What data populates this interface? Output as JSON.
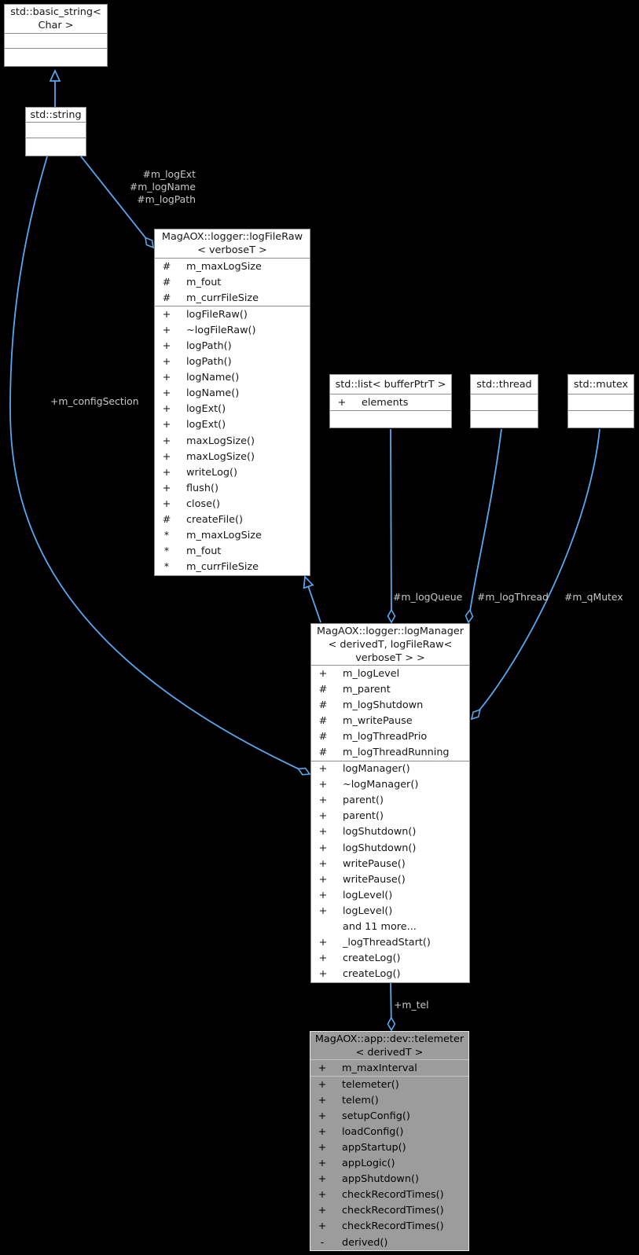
{
  "diagram": {
    "background": "#000000",
    "edge_color": "#59a7ef",
    "label_color": "#c9c9c9",
    "current_node_fill": "#9c9c9c",
    "node_fill": "#ffffff"
  },
  "classes": {
    "basic_string": {
      "title": "std::basic_string<\nChar >",
      "attrs": [],
      "methods": []
    },
    "string": {
      "title": "std::string",
      "attrs": [],
      "methods": []
    },
    "log_file_raw": {
      "title": "MagAOX::logger::logFileRaw\n< verboseT >",
      "attrs": [
        {
          "v": "#",
          "n": "m_maxLogSize"
        },
        {
          "v": "#",
          "n": "m_fout"
        },
        {
          "v": "#",
          "n": "m_currFileSize"
        }
      ],
      "methods": [
        {
          "v": "+",
          "n": "logFileRaw()"
        },
        {
          "v": "+",
          "n": "~logFileRaw()"
        },
        {
          "v": "+",
          "n": "logPath()"
        },
        {
          "v": "+",
          "n": "logPath()"
        },
        {
          "v": "+",
          "n": "logName()"
        },
        {
          "v": "+",
          "n": "logName()"
        },
        {
          "v": "+",
          "n": "logExt()"
        },
        {
          "v": "+",
          "n": "logExt()"
        },
        {
          "v": "+",
          "n": "maxLogSize()"
        },
        {
          "v": "+",
          "n": "maxLogSize()"
        },
        {
          "v": "+",
          "n": "writeLog()"
        },
        {
          "v": "+",
          "n": "flush()"
        },
        {
          "v": "+",
          "n": "close()"
        },
        {
          "v": "#",
          "n": "createFile()"
        },
        {
          "v": "*",
          "n": "m_maxLogSize"
        },
        {
          "v": "*",
          "n": "m_fout"
        },
        {
          "v": "*",
          "n": "m_currFileSize"
        }
      ]
    },
    "list": {
      "title": "std::list< bufferPtrT >",
      "attrs": [
        {
          "v": "+",
          "n": "elements"
        }
      ],
      "methods": []
    },
    "thread": {
      "title": "std::thread",
      "attrs": [],
      "methods": []
    },
    "mutex": {
      "title": "std::mutex",
      "attrs": [],
      "methods": []
    },
    "log_manager": {
      "title": "MagAOX::logger::logManager\n< derivedT, logFileRaw<\nverboseT > >",
      "attrs": [
        {
          "v": "+",
          "n": "m_logLevel"
        },
        {
          "v": "#",
          "n": "m_parent"
        },
        {
          "v": "#",
          "n": "m_logShutdown"
        },
        {
          "v": "#",
          "n": "m_writePause"
        },
        {
          "v": "#",
          "n": "m_logThreadPrio"
        },
        {
          "v": "#",
          "n": "m_logThreadRunning"
        }
      ],
      "methods": [
        {
          "v": "+",
          "n": "logManager()"
        },
        {
          "v": "+",
          "n": "~logManager()"
        },
        {
          "v": "+",
          "n": "parent()"
        },
        {
          "v": "+",
          "n": "parent()"
        },
        {
          "v": "+",
          "n": "logShutdown()"
        },
        {
          "v": "+",
          "n": "logShutdown()"
        },
        {
          "v": "+",
          "n": "writePause()"
        },
        {
          "v": "+",
          "n": "writePause()"
        },
        {
          "v": "+",
          "n": "logLevel()"
        },
        {
          "v": "+",
          "n": "logLevel()"
        },
        {
          "v": "",
          "n": "and 11 more..."
        },
        {
          "v": "+",
          "n": "_logThreadStart()"
        },
        {
          "v": "+",
          "n": "createLog()"
        },
        {
          "v": "+",
          "n": "createLog()"
        }
      ]
    },
    "telemeter": {
      "title": "MagAOX::app::dev::telemeter\n< derivedT >",
      "attrs": [
        {
          "v": "+",
          "n": "m_maxInterval"
        }
      ],
      "methods": [
        {
          "v": "+",
          "n": "telemeter()"
        },
        {
          "v": "+",
          "n": "telem()"
        },
        {
          "v": "+",
          "n": "setupConfig()"
        },
        {
          "v": "+",
          "n": "loadConfig()"
        },
        {
          "v": "+",
          "n": "appStartup()"
        },
        {
          "v": "+",
          "n": "appLogic()"
        },
        {
          "v": "+",
          "n": "appShutdown()"
        },
        {
          "v": "+",
          "n": "checkRecordTimes()"
        },
        {
          "v": "+",
          "n": "checkRecordTimes()"
        },
        {
          "v": "+",
          "n": "checkRecordTimes()"
        },
        {
          "v": "-",
          "n": "derived()"
        }
      ]
    }
  },
  "edge_labels": {
    "log_file_members": "#m_logExt\n#m_logName\n#m_logPath",
    "config_section": "+m_configSection",
    "log_queue": "#m_logQueue",
    "log_thread": "#m_logThread",
    "q_mutex": "#m_qMutex",
    "tel": "+m_tel"
  },
  "edges": [
    {
      "type": "inheritance",
      "from": "std::string",
      "to": "std::basic_string< Char >",
      "label": ""
    },
    {
      "type": "inheritance",
      "from": "MagAOX::logger::logManager< derivedT, logFileRaw< verboseT > >",
      "to": "MagAOX::logger::logFileRaw< verboseT >",
      "label": ""
    },
    {
      "type": "aggregation",
      "from": "std::string",
      "to": "MagAOX::logger::logFileRaw< verboseT >",
      "label": "#m_logExt #m_logName #m_logPath"
    },
    {
      "type": "aggregation",
      "from": "std::string",
      "to": "MagAOX::logger::logManager< derivedT, logFileRaw< verboseT > >",
      "label": "+m_configSection"
    },
    {
      "type": "aggregation",
      "from": "std::list< bufferPtrT >",
      "to": "MagAOX::logger::logManager< derivedT, logFileRaw< verboseT > >",
      "label": "#m_logQueue"
    },
    {
      "type": "aggregation",
      "from": "std::thread",
      "to": "MagAOX::logger::logManager< derivedT, logFileRaw< verboseT > >",
      "label": "#m_logThread"
    },
    {
      "type": "aggregation",
      "from": "std::mutex",
      "to": "MagAOX::logger::logManager< derivedT, logFileRaw< verboseT > >",
      "label": "#m_qMutex"
    },
    {
      "type": "aggregation",
      "from": "MagAOX::logger::logManager< derivedT, logFileRaw< verboseT > >",
      "to": "MagAOX::app::dev::telemeter< derivedT >",
      "label": "+m_tel"
    }
  ]
}
